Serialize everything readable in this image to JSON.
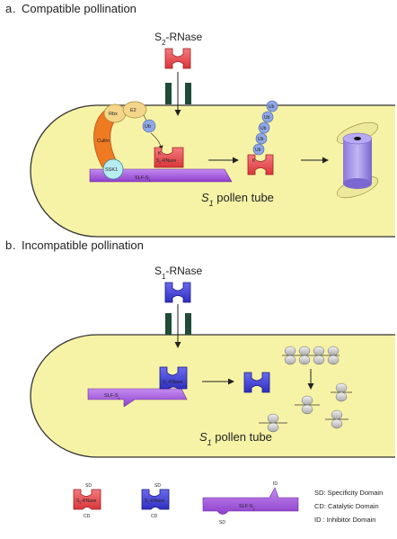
{
  "panel_a": {
    "letter": "a",
    "title": "Compatible pollination",
    "rnase_label": "S2-RNase",
    "rnase_label_main": "S",
    "rnase_label_sub": "2",
    "rnase_label_rest": "-RNase",
    "tube_label_main": "S",
    "tube_label_sub": "1",
    "tube_label_rest": " pollen tube",
    "rbx": "Rbx",
    "e2": "E2",
    "ub": "Ub",
    "cullin": "Cullin",
    "ssk1": "SSK1",
    "slf": "SLF-S",
    "slf_sub": "1",
    "k": "K",
    "bound_rnase": "S2-RNase",
    "bound_rnase_main": "S",
    "bound_rnase_sub": "2",
    "bound_rnase_rest": "-RNase",
    "chain": [
      "Ub",
      "Ub",
      "Ub",
      "Ub",
      "Ub"
    ],
    "k2": "K"
  },
  "panel_b": {
    "letter": "b",
    "title": "Incompatible pollination",
    "rnase_label_main": "S",
    "rnase_label_sub": "1",
    "rnase_label_rest": "-RNase",
    "tube_label_main": "S",
    "tube_label_sub": "1",
    "tube_label_rest": " pollen tube",
    "bound_rnase_main": "S",
    "bound_rnase_sub": "1",
    "bound_rnase_rest": "-RNase",
    "slf": "SLF-S",
    "slf_sub": "1"
  },
  "legend": {
    "red_label_main": "S",
    "red_label_sub": "2",
    "red_label_rest": "-RNase",
    "blue_label_main": "S",
    "blue_label_sub": "1",
    "blue_label_rest": "-RNase",
    "sd": "SD",
    "cd": "CD",
    "id": "ID",
    "slf_main": "SLF-S",
    "slf_sub": "1",
    "definitions": [
      "SD: Specificity Domain",
      "CD: Catalytic Domain",
      "ID : Inhibitor Domain"
    ]
  },
  "colors": {
    "tube_fill": "#f7f3a6",
    "red_rnase": "#e8484b",
    "blue_rnase": "#3b3bd0",
    "slf_purple": "#a55ad6",
    "cullin_orange": "#ee7a22",
    "channel_green": "#1f4b38",
    "proteasome": "#a08de6",
    "ub_blue": "#8ea7e6"
  },
  "icons": {
    "channel": "membrane-channel-icon",
    "proteasome": "proteasome-icon",
    "degraded": "degraded-fragment-icon"
  }
}
